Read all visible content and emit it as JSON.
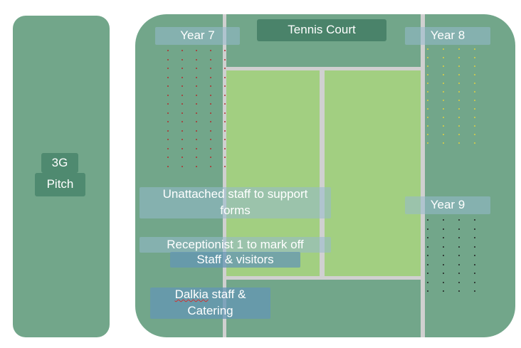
{
  "pitch": {
    "line1": "3G",
    "line2": "Pitch"
  },
  "labels": {
    "tennis_court": "Tennis Court",
    "year7": "Year 7",
    "year8": "Year 8",
    "year9": "Year 9",
    "unattached_staff": "Unattached staff to support forms",
    "receptionist": "Receptionist 1 to mark  off",
    "staff_visitors": "Staff & visitors",
    "dalkia_word": "Dalkia",
    "dalkia_rest": " staff & Catering"
  },
  "colors": {
    "year7_dots": "#b03030",
    "year8_dots": "#e0d040",
    "year9_dots": "#222222"
  }
}
